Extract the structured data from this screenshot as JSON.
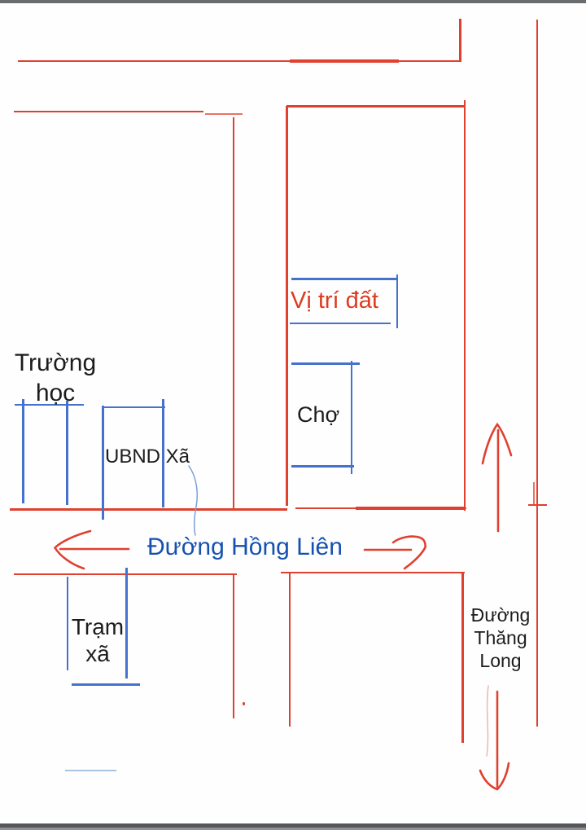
{
  "map": {
    "type": "hand-drawn location sketch map",
    "colors": {
      "road_red": "#e0402f",
      "parcel_blue": "#4472cc",
      "road_label_blue": "#1552b0",
      "highlight_red": "#dd3b1e",
      "text_black": "#1c1c1c",
      "scan_bar_gray": "#54565a"
    },
    "roads": {
      "hong_lien": {
        "label": "Đường Hồng Liên"
      },
      "thang_long": {
        "label": "Đường Thăng Long"
      }
    },
    "landmarks": {
      "school": {
        "label": "Trường học"
      },
      "commune_office": {
        "label": "UBND Xã"
      },
      "market": {
        "label": "Chợ"
      },
      "land_plot": {
        "label": "Vị trí đất"
      },
      "health_station": {
        "label": "Trạm xã"
      }
    },
    "icons": [
      "arrow-left-icon",
      "arrow-right-icon",
      "arrow-up-icon",
      "arrow-down-icon"
    ]
  }
}
